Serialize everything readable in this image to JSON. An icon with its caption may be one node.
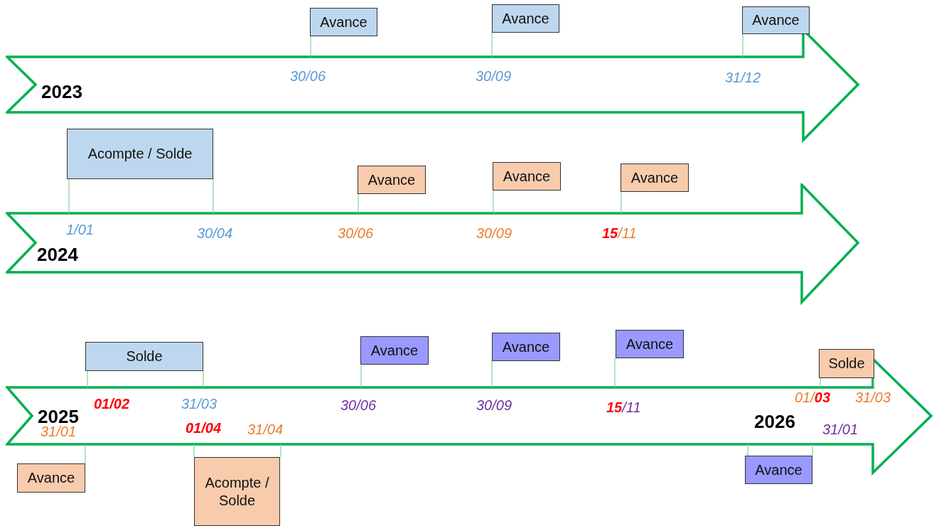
{
  "diagram": {
    "nodes": [
      {
        "text": [
          "2023"
        ]
      },
      {
        "text": [
          "Avance"
        ]
      },
      {
        "text": [
          "Avance"
        ]
      },
      {
        "text": [
          "Avance"
        ]
      },
      {
        "text": [
          "2024"
        ]
      },
      {
        "text": [
          "Acompte / Solde"
        ]
      },
      {
        "text": [
          "Avance"
        ]
      },
      {
        "text": [
          "Avance"
        ]
      },
      {
        "text": [
          "Avance"
        ]
      },
      {
        "text": [
          "2025",
          "2026"
        ]
      },
      {
        "text": [
          "Solde"
        ]
      },
      {
        "text": [
          "Avance"
        ]
      },
      {
        "text": [
          "Avance"
        ]
      },
      {
        "text": [
          "Avance"
        ]
      },
      {
        "text": [
          "Solde"
        ]
      },
      {
        "text": [
          "Avance"
        ]
      },
      {
        "text": [
          "Acompte / Solde"
        ]
      },
      {
        "text": [
          "Avance"
        ]
      }
    ],
    "edges": [
      {
        "from": 1,
        "to": 0,
        "arrow": "none"
      },
      {
        "from": 2,
        "to": 0,
        "arrow": "none"
      },
      {
        "from": 3,
        "to": 0,
        "arrow": "none"
      },
      {
        "from": 5,
        "to": 4,
        "arrow": "none"
      },
      {
        "from": 5,
        "to": 4,
        "arrow": "none"
      },
      {
        "from": 6,
        "to": 4,
        "arrow": "none"
      },
      {
        "from": 7,
        "to": 4,
        "arrow": "none"
      },
      {
        "from": 8,
        "to": 4,
        "arrow": "none"
      },
      {
        "from": 10,
        "to": 9,
        "arrow": "none"
      },
      {
        "from": 10,
        "to": 9,
        "arrow": "none"
      },
      {
        "from": 11,
        "to": 9,
        "arrow": "none"
      },
      {
        "from": 12,
        "to": 9,
        "arrow": "none"
      },
      {
        "from": 13,
        "to": 9,
        "arrow": "none"
      },
      {
        "from": 14,
        "to": 9,
        "arrow": "none"
      },
      {
        "from": 14,
        "to": 9,
        "arrow": "none"
      },
      {
        "from": 15,
        "to": 9,
        "arrow": "none"
      },
      {
        "from": 16,
        "to": 9,
        "arrow": "none"
      },
      {
        "from": 16,
        "to": 9,
        "arrow": "none"
      },
      {
        "from": 17,
        "to": 9,
        "arrow": "none"
      },
      {
        "from": 17,
        "to": 9,
        "arrow": "none"
      }
    ],
    "labels": [
      "30/06",
      "30/09",
      "31/12",
      "1/01",
      "30/04",
      "30/06",
      "30/09",
      "**15**/11",
      "01/02",
      "31/03",
      "30/06",
      "30/09",
      "**15**/11",
      "01/**03**",
      "31/03",
      "31/01",
      "01/04",
      "31/04",
      "31/01"
    ]
  }
}
